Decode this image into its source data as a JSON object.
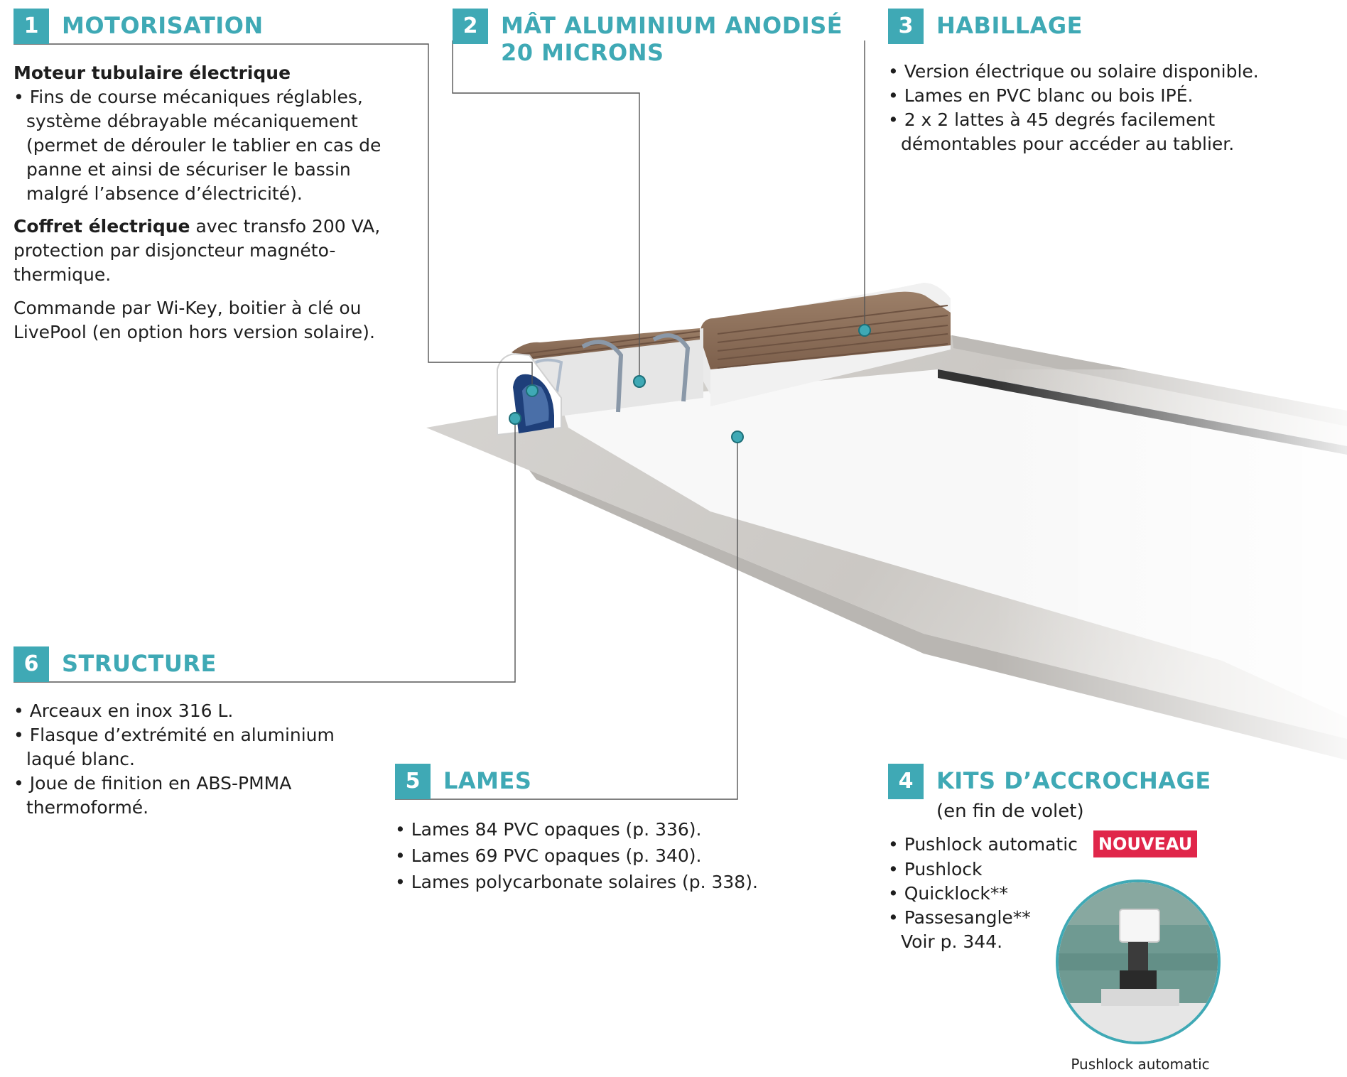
{
  "accent_color": "#3fa9b5",
  "badge_color": "#e0264a",
  "sections": {
    "motorisation": {
      "number": "1",
      "title": "MOTORISATION",
      "moteur_bold": "Moteur tubulaire électrique",
      "moteur_items": [
        "Fins de course mécaniques réglables, système débrayable mécaniquement (permet de dérouler le tablier en cas de panne et ainsi de sécuriser le bassin malgré l’absence d’électricité)."
      ],
      "coffret_bold": "Coffret électrique",
      "coffret_text": " avec transfo 200 VA, protection par disjoncteur magnéto-thermique.",
      "commande": "Commande par Wi-Key, boitier à clé ou LivePool (en option hors version solaire)."
    },
    "mat": {
      "number": "2",
      "title": "MÂT ALUMINIUM ANODISÉ\n20 MICRONS"
    },
    "habillage": {
      "number": "3",
      "title": "HABILLAGE",
      "items": [
        "Version électrique ou solaire disponible.",
        "Lames en PVC blanc ou bois IPÉ.",
        "2 x 2 lattes à 45 degrés facilement démontables pour accéder au tablier."
      ]
    },
    "kits": {
      "number": "4",
      "title": "KITS D’ACCROCHAGE",
      "subtitle": "(en fin de volet)",
      "items": [
        "Pushlock automatic",
        "Pushlock",
        "Quicklock**",
        "Passesangle** Voir p. 344."
      ],
      "badge": "NOUVEAU",
      "inset_caption": "Pushlock automatic"
    },
    "lames": {
      "number": "5",
      "title": "LAMES",
      "items": [
        "Lames 84 PVC opaques (p. 336).",
        "Lames 69 PVC opaques (p. 340).",
        "Lames polycarbonate solaires (p. 338)."
      ]
    },
    "structure": {
      "number": "6",
      "title": "STRUCTURE",
      "items": [
        "Arceaux en inox 316 L.",
        "Flasque d’extrémité en aluminium laqué blanc.",
        "Joue de finition en ABS-PMMA thermoformé."
      ]
    }
  }
}
